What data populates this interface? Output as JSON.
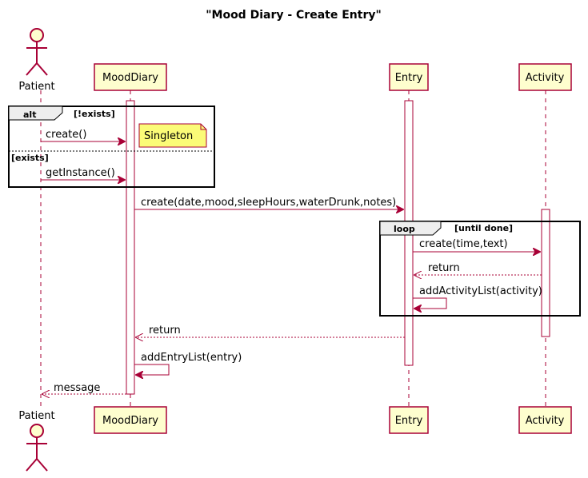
{
  "title": "\"Mood Diary - Create Entry\"",
  "participants": {
    "patient": "Patient",
    "mooddiary": "MoodDiary",
    "entry": "Entry",
    "activity": "Activity"
  },
  "fragments": {
    "alt": {
      "keyword": "alt",
      "guard": "[!exists]",
      "else_guard": "[exists]"
    },
    "loop": {
      "keyword": "loop",
      "guard": "[until done]"
    }
  },
  "note": "Singleton",
  "messages": {
    "m1": "create()",
    "m2": "getInstance()",
    "m3": "create(date,mood,sleepHours,waterDrunk,notes)",
    "m4": "create(time,text)",
    "m5": "return",
    "m6": "addActivityList(activity)",
    "m7": "return",
    "m8": "addEntryList(entry)",
    "m9": "message"
  },
  "colors": {
    "border": "#A80036",
    "participant_fill": "#FEFECE",
    "note_fill": "#FBFB77",
    "fragment_tab": "#EEEEEE"
  }
}
